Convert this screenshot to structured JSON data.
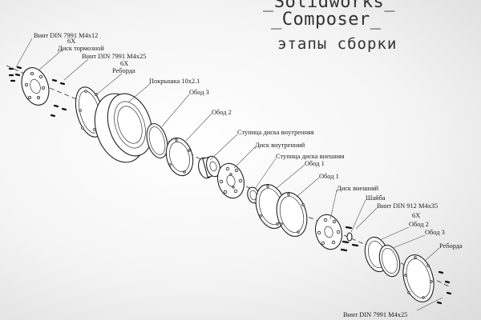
{
  "title": {
    "line1": "_Solidworks_",
    "line2": "_Composer_",
    "line3": "этапы сборки"
  },
  "labels": {
    "vint_m4x12": "Винт DIN 7991 M4x12",
    "qty1": "6X",
    "disk_tormoz": "Диск тормозной",
    "vint_m4x25_top": "Винт DIN 7991 M4x25",
    "qty2": "6X",
    "reborda_top": "Реборда",
    "pokryshka": "Покрышка 10x2.1",
    "obod3_top": "Обод 3",
    "obod2_top": "Обод 2",
    "stupica_vn": "Ступица диска внутренняя",
    "disk_vn": "Диск внутренний",
    "stupica_vnesh": "Ступица диска внешняя",
    "obod1_a": "Обод 1",
    "obod1_b": "Обод 1",
    "disk_vnesh": "Диск внешний",
    "shaiba": "Шайба",
    "vint_din912": "Винт  DIN 912 M4x35",
    "qty3": "6X",
    "obod2_bot": "Обод 2",
    "obod3_bot": "Обод 3",
    "reborda_bot": "Реборда",
    "vint_m4x25_bot": "Винт DIN 7991 M4x25"
  }
}
